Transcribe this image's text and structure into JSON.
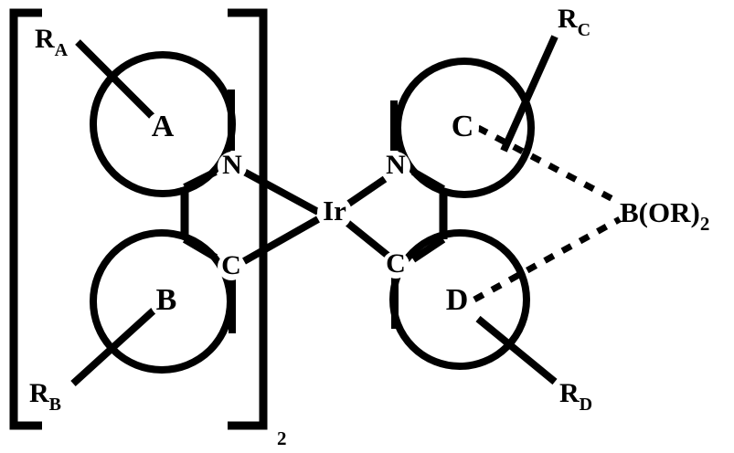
{
  "figure": {
    "kind": "chemical-structure-diagram",
    "description": "Bis-cyclometalated iridium complex bracket formula with boronate-bridged ligand",
    "ink_color": "#000000",
    "background_color": "#ffffff"
  },
  "brackets": {
    "left": {
      "name": "left-square-bracket"
    },
    "right": {
      "name": "right-square-bracket"
    },
    "subscript": "2"
  },
  "left_ligand": {
    "ring_top": {
      "label": "A",
      "substituent": "R",
      "substituent_sub": "A"
    },
    "ring_bottom": {
      "label": "B",
      "substituent": "R",
      "substituent_sub": "B"
    },
    "donor_n": "N",
    "donor_c": "C"
  },
  "right_ligand": {
    "ring_top": {
      "label": "C",
      "substituent": "R",
      "substituent_sub": "C"
    },
    "ring_bottom": {
      "label": "D",
      "substituent": "R",
      "substituent_sub": "D"
    },
    "donor_n": "N",
    "donor_c": "C"
  },
  "metal": {
    "symbol": "Ir"
  },
  "boron_group": {
    "text": "B(OR)",
    "sub": "2"
  }
}
